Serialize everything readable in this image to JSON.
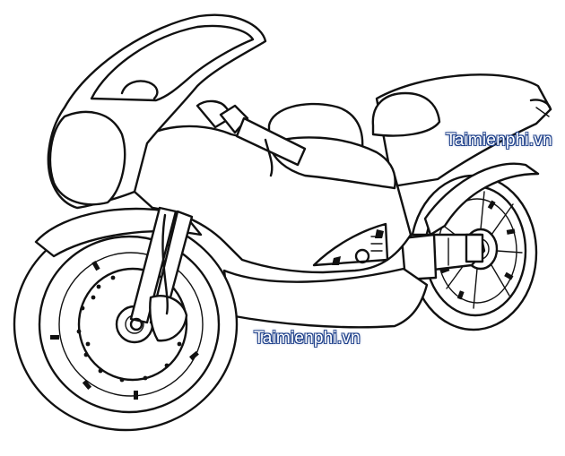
{
  "image": {
    "subject": "motorcycle line drawing",
    "background_color": "#ffffff",
    "line_color": "#111111",
    "watermark_color": "#1d3f8a"
  },
  "watermarks": [
    {
      "text": "Taimienphi.vn"
    },
    {
      "text": "Taimienphi.vn"
    }
  ]
}
